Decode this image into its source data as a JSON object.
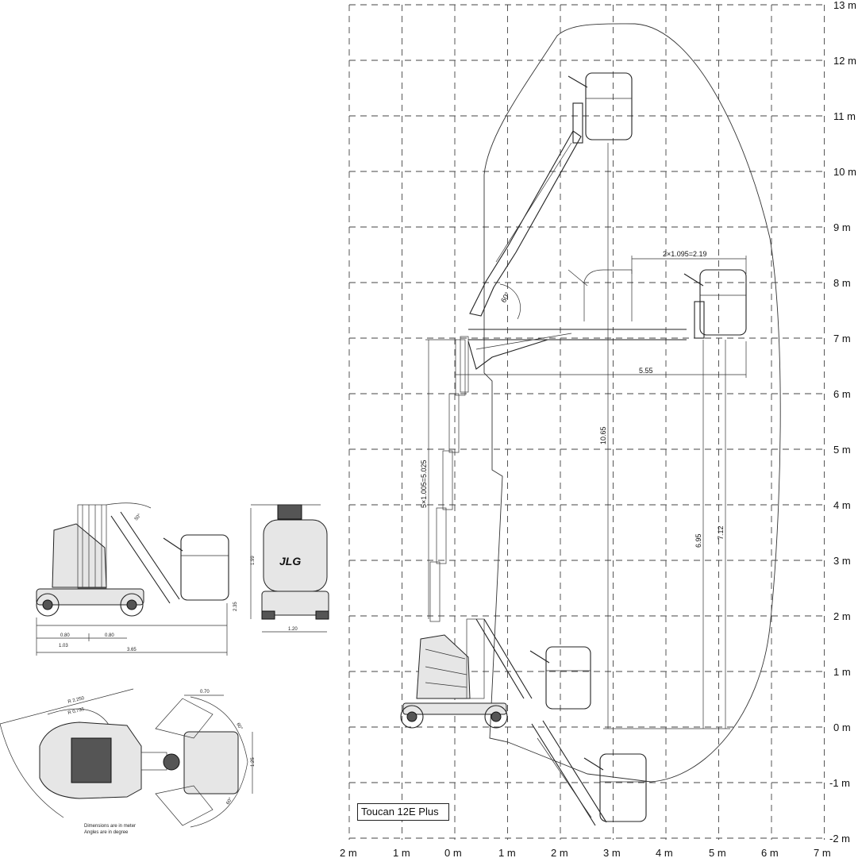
{
  "model_name": "Toucan 12E Plus",
  "y_axis_labels": [
    "13 m",
    "12 m",
    "11 m",
    "10 m",
    "9 m",
    "8 m",
    "7 m",
    "6 m",
    "5 m",
    "4 m",
    "3 m",
    "2 m",
    "1 m",
    "0 m",
    "-1 m",
    "-2 m"
  ],
  "x_axis_labels": [
    "2 m",
    "1 m",
    "0 m",
    "1 m",
    "2 m",
    "3 m",
    "4 m",
    "5 m",
    "6 m",
    "7 m"
  ],
  "dimensions": {
    "boom_extension": "2×1.095=2.19",
    "outreach": "5.55",
    "mast_sections": "5×1.005=5.025",
    "max_height": "10.65",
    "height_a": "6.95",
    "height_b": "7.12",
    "jib_angle": "60°",
    "side_angle": "50°",
    "side_height": "1.99",
    "side_ground": "2.35",
    "wheel_a": "0.80",
    "wheel_b": "0.80",
    "front_overhang": "1.03",
    "length": "3.65",
    "width": "1.20",
    "turn_outer": "R 2.250",
    "turn_inner": "R 0.735",
    "top_width": "0.70",
    "top_angle": "60°",
    "top_depth": "1.25",
    "bottom_angle": "60°"
  },
  "brand": "JLG",
  "notes": [
    "Dimensions are in meter",
    "Angles are in degree"
  ]
}
